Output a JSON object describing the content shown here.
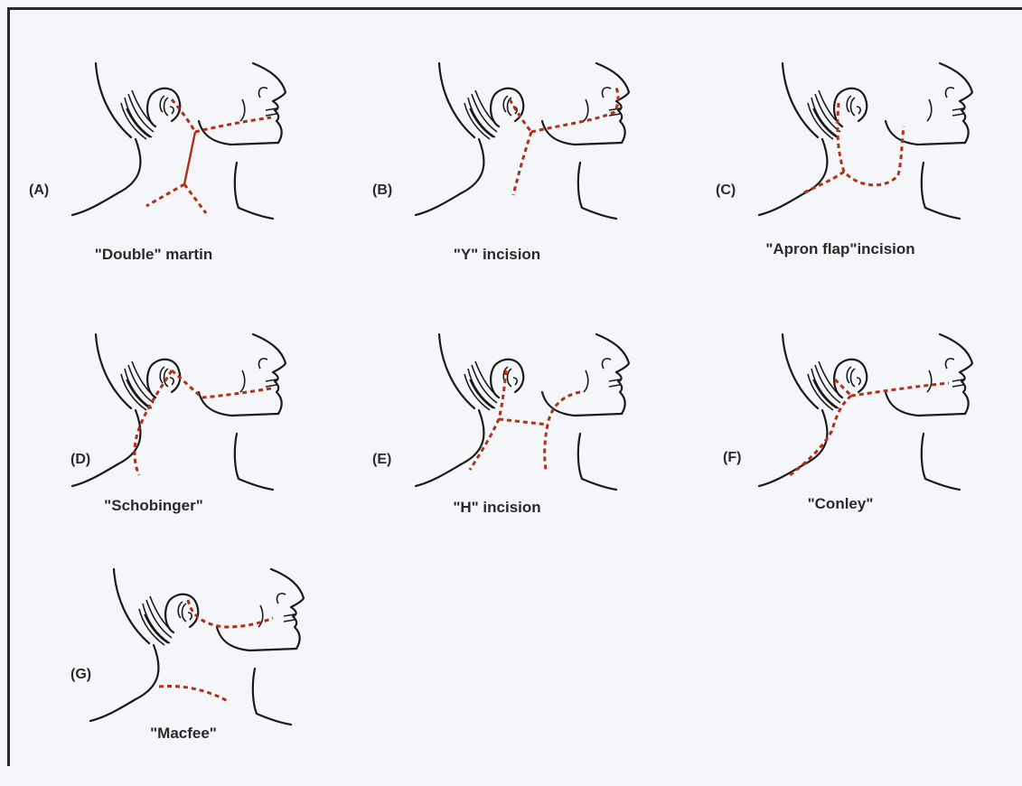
{
  "panels": [
    {
      "id": "A",
      "letter": "(A)",
      "caption": "\"Double\" martin"
    },
    {
      "id": "B",
      "letter": "(B)",
      "caption": "\"Y\" incision"
    },
    {
      "id": "C",
      "letter": "(C)",
      "caption": "\"Apron flap\"incision"
    },
    {
      "id": "D",
      "letter": "(D)",
      "caption": "\"Schobinger\""
    },
    {
      "id": "E",
      "letter": "(E)",
      "caption": "\"H\" incision"
    },
    {
      "id": "F",
      "letter": "(F)",
      "caption": "\"Conley\""
    },
    {
      "id": "G",
      "letter": "(G)",
      "caption": "\"Macfee\""
    }
  ],
  "colors": {
    "incision": "#b03018",
    "outline": "#1a1a1a",
    "background": "#f4f6f9"
  },
  "icons": [
    "head-neck-profile-icon",
    "ear-icon",
    "incision-line-icon"
  ]
}
